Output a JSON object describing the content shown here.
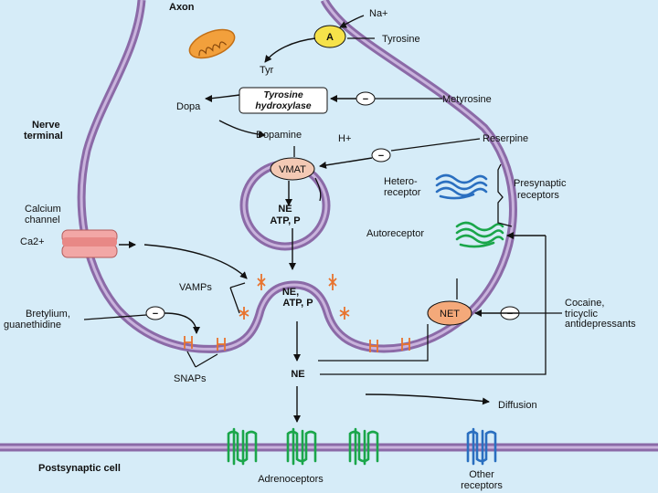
{
  "labels": {
    "axon": "Axon",
    "na": "Na+",
    "a": "A",
    "tyrosine": "Tyrosine",
    "tyr": "Tyr",
    "th_line1": "Tyrosine",
    "th_line2": "hydroxylase",
    "metyrosine": "Metyrosine",
    "dopa": "Dopa",
    "nerve_terminal_1": "Nerve",
    "nerve_terminal_2": "terminal",
    "dopamine": "Dopamine",
    "h": "H+",
    "reserpine": "Reserpine",
    "vmat": "VMAT",
    "vesicle_ne": "NE",
    "vesicle_atp": "ATP, P",
    "hetero_1": "Hetero-",
    "hetero_2": "receptor",
    "presyn_1": "Presynaptic",
    "presyn_2": "receptors",
    "calcium_1": "Calcium",
    "calcium_2": "channel",
    "ca": "Ca2+",
    "autoreceptor": "Autoreceptor",
    "vamps": "VAMPs",
    "release_ne": "NE,",
    "release_atp": "ATP, P",
    "net": "NET",
    "cocaine_1": "Cocaine,",
    "cocaine_2": "tricyclic",
    "cocaine_3": "antidepressants",
    "bretylium_1": "Bretylium,",
    "bretylium_2": "guanethidine",
    "cleft_ne": "NE",
    "snaps": "SNAPs",
    "diffusion": "Diffusion",
    "postsynaptic": "Postsynaptic cell",
    "adrenoceptors": "Adrenoceptors",
    "other_1": "Other",
    "other_2": "receptors",
    "minus": "−"
  },
  "colors": {
    "background": "#d6ecf8",
    "membrane": "#8b6aa7",
    "vmat_fill": "#f3c9b4",
    "net_fill": "#f4a97a",
    "vamp": "#e8732e",
    "hetero_receptor": "#2a6fc0",
    "autoreceptor": "#1aa64a",
    "adrenoceptor": "#1aa64a",
    "other_receptor": "#2a6fc0",
    "mitochondrion": "#f2a03c"
  }
}
